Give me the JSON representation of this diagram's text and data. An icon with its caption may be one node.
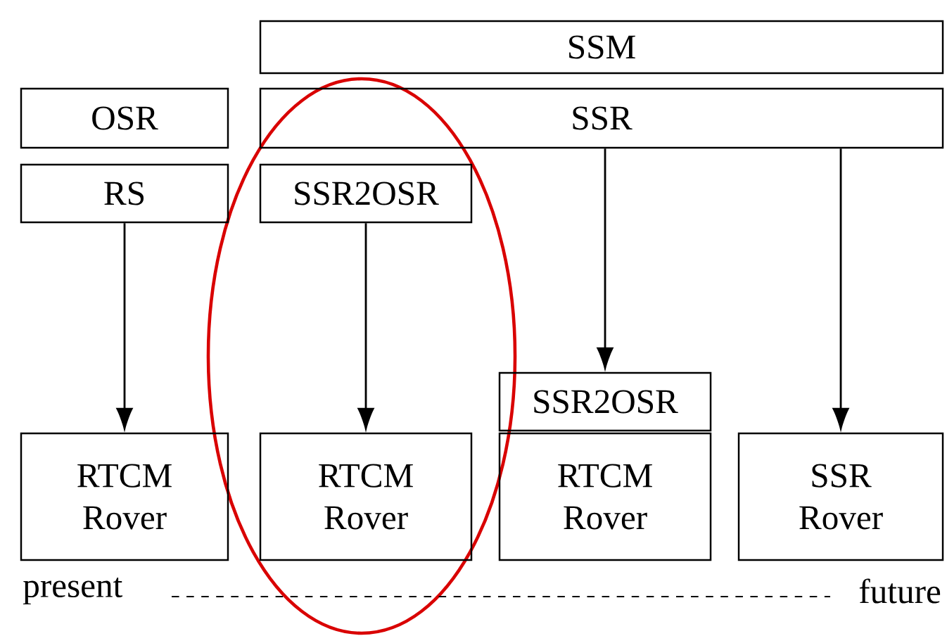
{
  "diagram": {
    "nodes": [
      {
        "text": [
          "SSM"
        ]
      },
      {
        "text": [
          "OSR"
        ]
      },
      {
        "text": [
          "SSR"
        ]
      },
      {
        "text": [
          "RS"
        ]
      },
      {
        "text": [
          "SSR2OSR"
        ]
      },
      {
        "text": [
          "RTCM Rover"
        ]
      },
      {
        "text": [
          "RTCM Rover"
        ]
      },
      {
        "text": [
          "SSR2OSR"
        ]
      },
      {
        "text": [
          "RTCM Rover"
        ]
      },
      {
        "text": [
          "SSR Rover"
        ]
      }
    ],
    "edges": [
      {
        "from": 3,
        "to": 5,
        "arrow": "to"
      },
      {
        "from": 4,
        "to": 6,
        "arrow": "to"
      },
      {
        "from": 2,
        "to": 7,
        "arrow": "to"
      },
      {
        "from": 2,
        "to": 9,
        "arrow": "to"
      }
    ],
    "labels": [
      "present",
      "future"
    ]
  }
}
